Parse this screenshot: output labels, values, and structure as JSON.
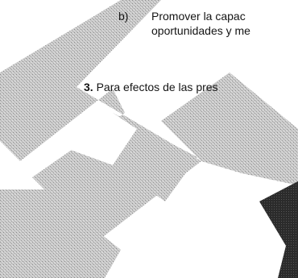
{
  "document": {
    "item_b": {
      "marker": "b)",
      "line1": "Promover la capac",
      "line2": "oportunidades y me"
    },
    "item_3": {
      "number": "3.",
      "text": "Para efectos de las pres"
    }
  },
  "watermark": {
    "icon": "spiral-logo-watermark",
    "light_color": "#bdbdbd",
    "dark_color": "#2a2a2a"
  }
}
